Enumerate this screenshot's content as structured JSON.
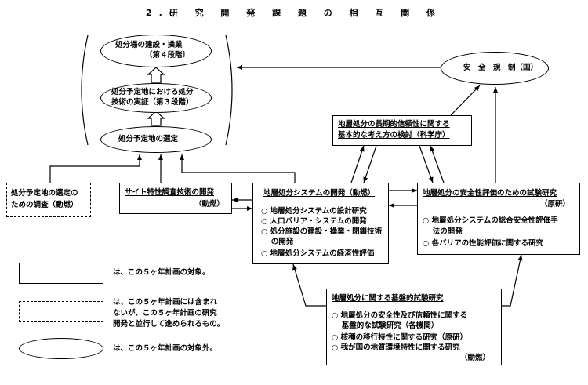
{
  "title": "2.研 究 開 発 課 題 の 相 互 関 係",
  "nodes": {
    "stage4": {
      "line1": "処分場の建設・操業",
      "line2": "〔第４段階〕"
    },
    "stage3": {
      "line1": "処分予定地における処分",
      "line2": "技術の実証（第３段階）"
    },
    "selection": {
      "label": "処分予定地の選定"
    },
    "safety_regulation": {
      "label": "安　全　規　制（国）"
    },
    "basic_concept": {
      "line1": "地層処分の長期的信頼性に関する",
      "line2": "基本的な考え方の検討（科学庁）"
    },
    "survey": {
      "line1": "処分予定地の選定の",
      "line2": "ための調査（動燃）"
    },
    "site_tech": {
      "line1": "サイト特性調査技術の開発",
      "line2": "（動燃）"
    },
    "system_dev": {
      "header": "地層処分システムの開発（動燃）",
      "items": [
        "○ 地層処分システムの設計研究",
        "○ 人口バリア・システムの開発",
        "○ 処分施設の建設・操業・閉鎖技術",
        "　 の開発",
        "○ 地層処分システムの経済性評価"
      ]
    },
    "safety_eval": {
      "header": "地層処分の安全性評価のための試験研究",
      "org": "（原研）",
      "items": [
        "○ 地層処分システムの総合安全性評価手",
        "　 法の開発",
        "○ 各バリアの性能評価に関する研究"
      ]
    },
    "basic_research": {
      "header": "地層処分に関する基盤的試験研究",
      "items": [
        "○ 地層処分の安全性及び信頼性に関する",
        "　 基盤的な試験研究（各機関）",
        "○ 核種の移行特性に関する研究（原研）",
        "○ 我が国の地質環境特性に関する研究"
      ],
      "org": "（動燃）"
    }
  },
  "legend": {
    "solid": "は、この５ヶ年計画の対象。",
    "dashed_lines": [
      "は、この５ヶ年計画には含まれ",
      "ないが、この５ヶ年計画の研究",
      "開発と並行して進められるもの。"
    ],
    "ellipse": "は、この５ヶ年計画の対象外。"
  }
}
